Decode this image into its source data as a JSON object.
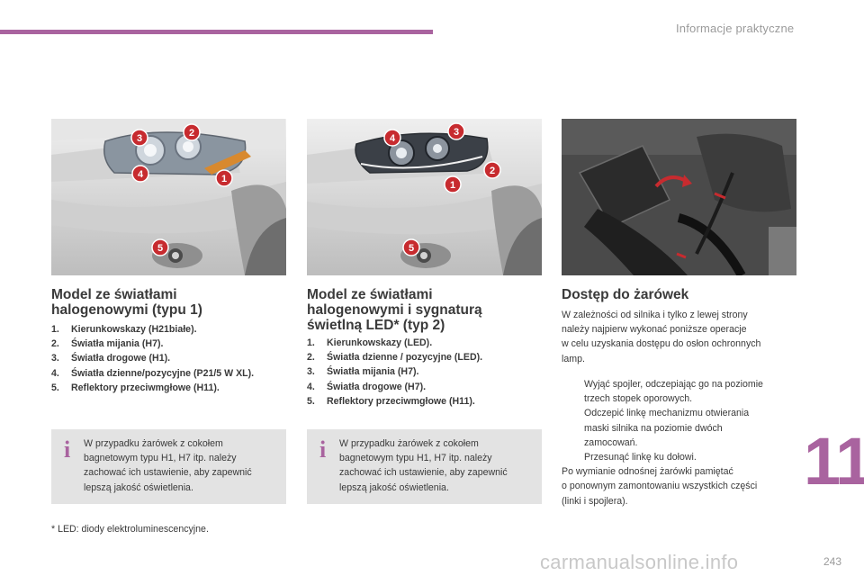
{
  "header": {
    "section_title": "Informacje praktyczne",
    "accent_color": "#a9639f"
  },
  "panels": [
    {
      "title_lines": [
        "Model ze światłami",
        "halogenowymi (typu 1)"
      ],
      "items": [
        {
          "n": "1.",
          "text": "Kierunkowskazy (H21białe)."
        },
        {
          "n": "2.",
          "text": "Światła mijania (H7)."
        },
        {
          "n": "3.",
          "text": "Światła drogowe (H1)."
        },
        {
          "n": "4.",
          "text": "Światła dzienne/pozycyjne (P21/5 W XL)."
        },
        {
          "n": "5.",
          "text": "Reflektory przeciwmgłowe (H11)."
        }
      ],
      "photo_labels": [
        "1",
        "2",
        "3",
        "4",
        "5"
      ],
      "info_lines": [
        "W przypadku żarówek z cokołem",
        "bagnetowym typu H1, H7 itp. należy",
        "zachować ich ustawienie, aby zapewnić",
        "lepszą jakość oświetlenia."
      ]
    },
    {
      "title_lines": [
        "Model ze światłami",
        "halogenowymi i sygnaturą",
        "świetlną LED* (typ 2)"
      ],
      "items": [
        {
          "n": "1.",
          "text": "Kierunkowskazy (LED)."
        },
        {
          "n": "2.",
          "text": "Światła dzienne / pozycyjne (LED)."
        },
        {
          "n": "3.",
          "text": "Światła mijania (H7)."
        },
        {
          "n": "4.",
          "text": "Światła drogowe (H7)."
        },
        {
          "n": "5.",
          "text": "Reflektory przeciwmgłowe (H11)."
        }
      ],
      "photo_labels": [
        "1",
        "2",
        "3",
        "4",
        "5"
      ],
      "info_lines": [
        "W przypadku żarówek z cokołem",
        "bagnetowym typu H1, H7 itp. należy",
        "zachować ich ustawienie, aby zapewnić",
        "lepszą jakość oświetlenia."
      ]
    }
  ],
  "access": {
    "title": "Dostęp do żarówek",
    "intro_lines": [
      "W zależności od silnika i tylko z lewej strony",
      "należy najpierw wykonać poniższe operacje",
      "w celu uzyskania dostępu do osłon ochronnych",
      "lamp."
    ],
    "bullet_mark": "",
    "bullets": [
      {
        "lines": [
          "Wyjąć spojler, odczepiając go na poziomie",
          "trzech stopek oporowych."
        ]
      },
      {
        "lines": [
          "Odczepić linkę mechanizmu otwierania",
          "maski silnika na poziomie dwóch",
          "zamocowań."
        ]
      },
      {
        "lines": [
          "Przesunąć linkę ku dołowi."
        ]
      }
    ],
    "after_lines": [
      "Po wymianie odnośnej żarówki pamiętać",
      "o ponownym zamontowaniu wszystkich części",
      "(linki i spojlera)."
    ]
  },
  "footnote": "* LED: diody elektroluminescencyjne.",
  "info_icon": "i",
  "chapter_number": "11",
  "page_number": "243",
  "watermark": "carmanualsonline.info"
}
